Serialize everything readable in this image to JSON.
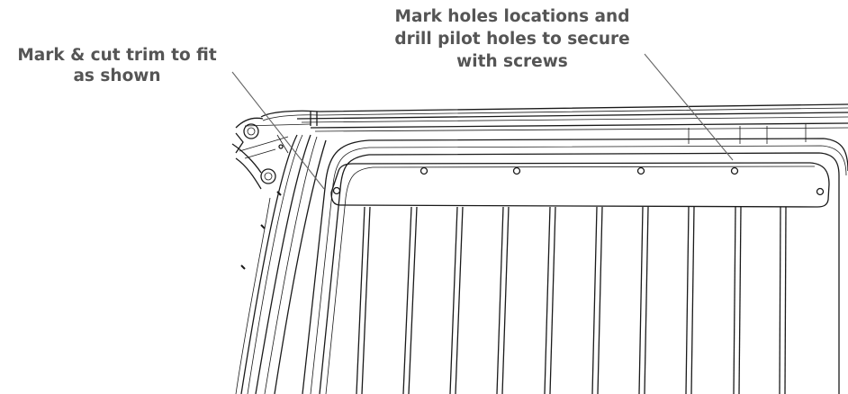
{
  "callouts": {
    "trim": {
      "lines": [
        "Mark & cut trim to fit",
        "as shown"
      ]
    },
    "holes": {
      "lines": [
        "Mark holes locations and",
        "drill pilot holes to secure",
        "with screws"
      ]
    }
  },
  "colors": {
    "callout_text": "#555555",
    "line_art": "#1a1a1a",
    "leader": "#666666",
    "background": "#ffffff"
  }
}
